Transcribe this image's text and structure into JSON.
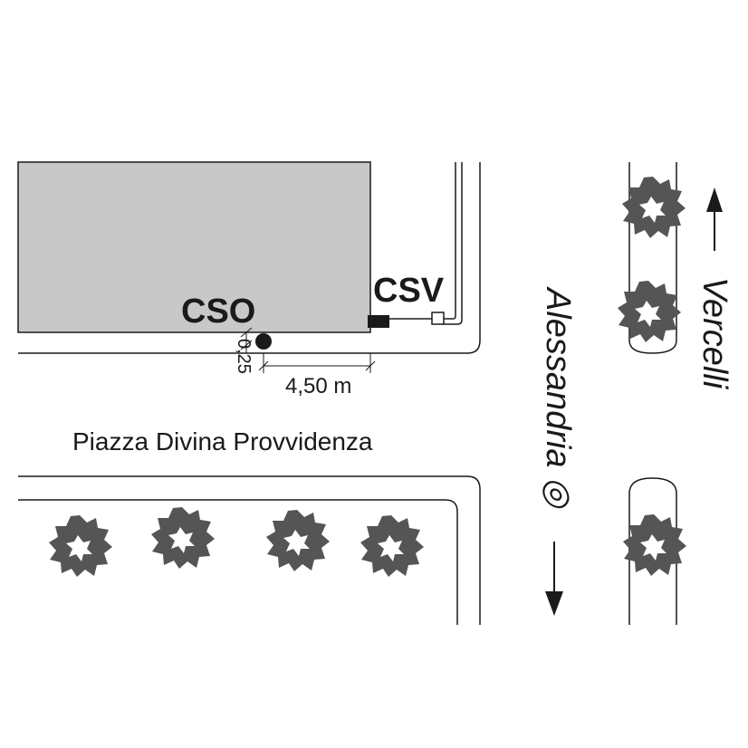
{
  "labels": {
    "cso": "CSO",
    "csv": "CSV",
    "offset_small": "0,25",
    "offset_main": "4,50 m",
    "square_name": "Piazza Divina Provvidenza",
    "street_alessandria": "Alessandria ◎",
    "street_vercelli": "Vercelli"
  },
  "colors": {
    "building": "#c8c8c8",
    "tree": "#555555",
    "ink": "#1a1a1a"
  },
  "icons": {
    "tree": "tree-icon",
    "cso_marker": "filled-circle-icon",
    "csv_marker": "black-box-icon",
    "arrow_north": "arrow-up-icon",
    "arrow_south": "arrow-down-icon"
  }
}
